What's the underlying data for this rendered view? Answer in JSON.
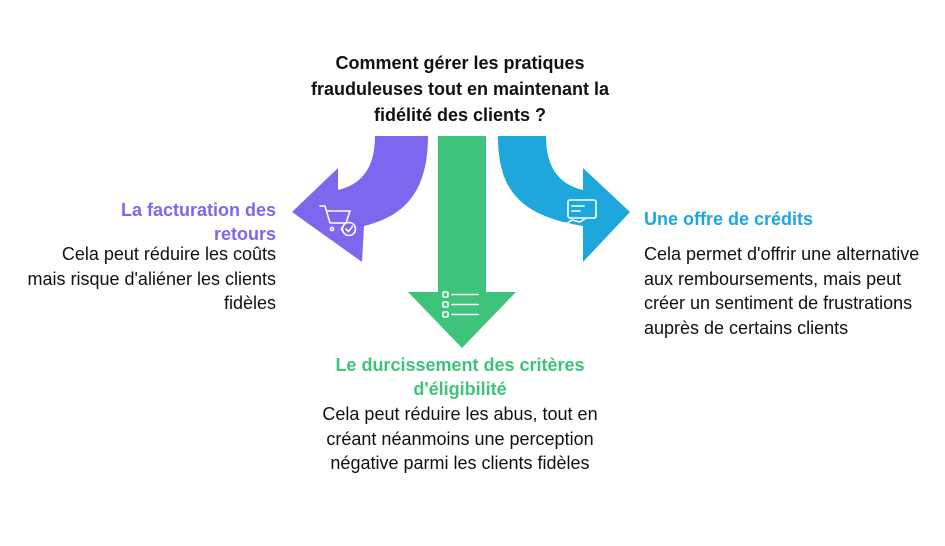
{
  "question": "Comment gérer les pratiques frauduleuses tout en maintenant la fidélité des clients ?",
  "colors": {
    "purple": "#7b68ee",
    "green": "#3ec47a",
    "blue": "#1ea7dc"
  },
  "options": {
    "left": {
      "title": "La facturation des retours",
      "description": "Cela peut réduire les coûts mais risque d'aliéner les clients fidèles",
      "icon": "shopping-cart-check-icon"
    },
    "center": {
      "title": "Le durcissement des critères d'éligibilité",
      "description": "Cela peut réduire les abus, tout en créant néanmoins une perception négative parmi les clients fidèles",
      "icon": "checklist-icon"
    },
    "right": {
      "title": "Une offre de crédits",
      "description": "Cela permet d'offrir une alternative aux remboursements, mais peut créer un sentiment de frustrations auprès de certains clients",
      "icon": "credit-card-hand-icon"
    }
  }
}
